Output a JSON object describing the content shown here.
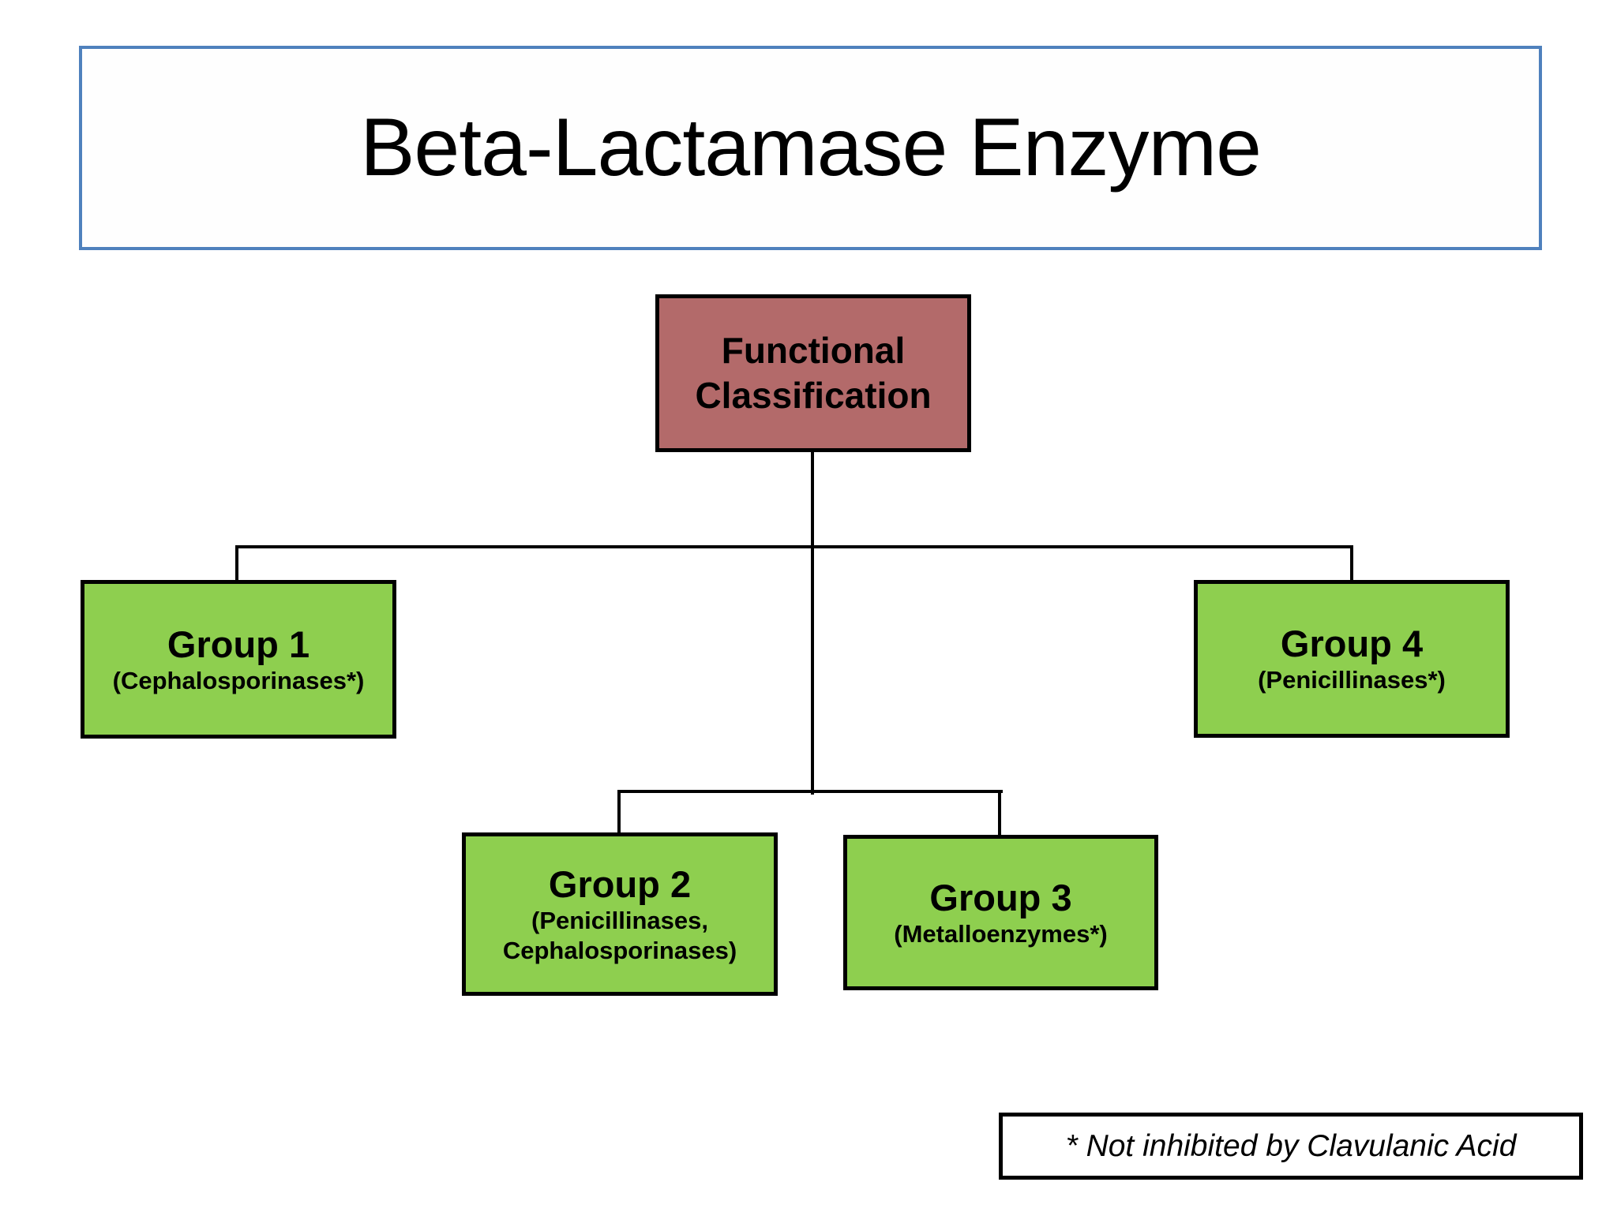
{
  "slide": {
    "title": "Beta-Lactamase Enzyme",
    "root": {
      "label": "Functional Classification"
    },
    "groups": [
      {
        "name": "Group 1",
        "subtitle": "(Cephalosporinases*)"
      },
      {
        "name": "Group 2",
        "subtitle": "(Penicillinases,\nCephalosporinases)"
      },
      {
        "name": "Group 3",
        "subtitle": "(Metalloenzymes*)"
      },
      {
        "name": "Group 4",
        "subtitle": "(Penicillinases*)"
      }
    ],
    "footnote": "* Not inhibited by Clavulanic Acid",
    "colors": {
      "background": "#ffffff",
      "title_border": "#4f81bd",
      "root_fill": "#b36a6a",
      "group_fill": "#8ecf4f",
      "border": "#000000",
      "connector": "#000000"
    }
  }
}
